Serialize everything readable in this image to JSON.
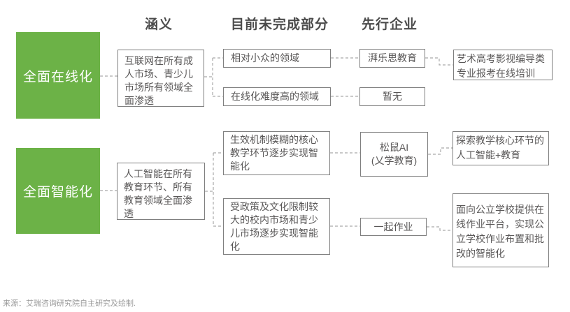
{
  "colors": {
    "green": "#6CB247",
    "border": "#7f7f7f",
    "text": "#595757",
    "header": "#4c4c4c",
    "connector": "#a9a9a9",
    "footer": "#999999",
    "bg": "#ffffff"
  },
  "columns": {
    "meaning": "涵义",
    "unfinished": "目前未完成部分",
    "pioneers": "先行企业"
  },
  "groups": [
    {
      "stage": "全面在线化",
      "meaning": "互联网在所有成人市场、青少儿市场所有领域全面渗透",
      "branches": [
        {
          "unfinished": "相对小众的领域",
          "pioneer": "湃乐思教育",
          "highlight": "艺术高考影视编导类专业报考在线培训"
        },
        {
          "unfinished": "在线化难度高的领域",
          "pioneer": "暂无"
        }
      ]
    },
    {
      "stage": "全面智能化",
      "meaning": "人工智能在所有教育环节、所有教育领域全面渗透",
      "branches": [
        {
          "unfinished": "生效机制模糊的核心教学环节逐步实现智能化",
          "pioneer": "松鼠AI\n(乂学教育)",
          "highlight": "探索教学核心环节的人工智能+教育"
        },
        {
          "unfinished": "受政策及文化限制较大的校内市场和青少儿市场逐步实现智能化",
          "pioneer": "一起作业",
          "highlight": "面向公立学校提供在线作业平台，实现公立学校作业布置和批改的智能化"
        }
      ]
    }
  ],
  "footer": {
    "source": "来源：艾瑞咨询研究院自主研究及绘制."
  }
}
